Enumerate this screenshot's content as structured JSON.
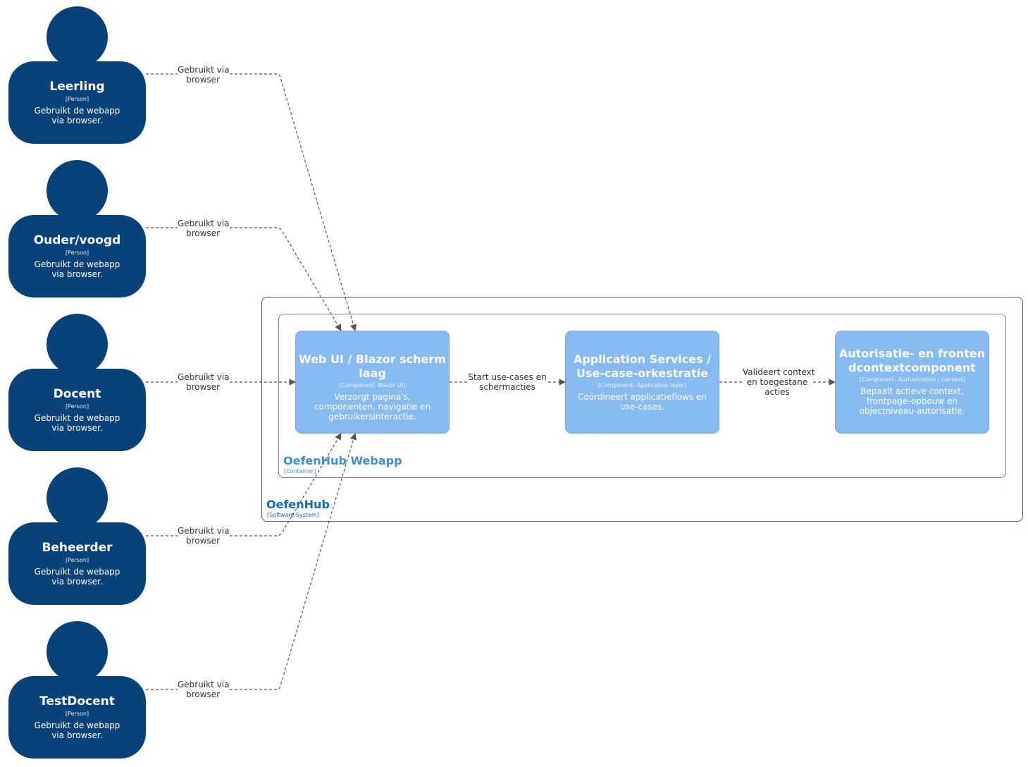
{
  "persons": [
    {
      "name": "Leerling",
      "type": "[Person]",
      "description": "Gebruikt de webapp via browser."
    },
    {
      "name": "Ouder/voogd",
      "type": "[Person]",
      "description": "Gebruikt de webapp via browser."
    },
    {
      "name": "Docent",
      "type": "[Person]",
      "description": "Gebruikt de webapp via browser."
    },
    {
      "name": "Beheerder",
      "type": "[Person]",
      "description": "Gebruikt de webapp via browser."
    },
    {
      "name": "TestDocent",
      "type": "[Person]",
      "description": "Gebruikt de webapp via browser."
    }
  ],
  "person_edge_labels": [
    {
      "line1": "Gebruikt via",
      "line2": "browser"
    },
    {
      "line1": "Gebruikt via",
      "line2": "browser"
    },
    {
      "line1": "Gebruikt via",
      "line2": "browser"
    },
    {
      "line1": "Gebruikt via",
      "line2": "browser"
    },
    {
      "line1": "Gebruikt via",
      "line2": "browser"
    }
  ],
  "system_boundary": {
    "name": "OefenHub",
    "type": "[Software System]"
  },
  "container_boundary": {
    "name": "OefenHub Webapp",
    "type": "[Container]"
  },
  "components": [
    {
      "name": "Web UI / Blazor schermlaag",
      "type": "[Component: Blazor UI]",
      "description": "Verzorgt pagina's, componenten, navigatie en gebruikersinteractie."
    },
    {
      "name": "Application Services / Use-case-orkestratie",
      "type": "[Component: Application layer]",
      "description": "Coördineert applicatieflows en use-cases."
    },
    {
      "name": "Autorisatie- en frontendcontextcomponent",
      "type": "[Component: Authorization / context]",
      "description": "Bepaalt actieve context, frontpage-opbouw en objectniveau-autorisatie."
    }
  ],
  "component_edge_labels": [
    {
      "line1": "Start use-cases en",
      "line2": "schermacties"
    },
    {
      "line1": "Valideert context",
      "line2": "en toegestane",
      "line3": "acties"
    }
  ],
  "colors": {
    "person": "#08427b",
    "component": "#85bbf0",
    "system_boundary": "#1168bd",
    "container_boundary": "#438dd5",
    "edge": "#555555"
  }
}
